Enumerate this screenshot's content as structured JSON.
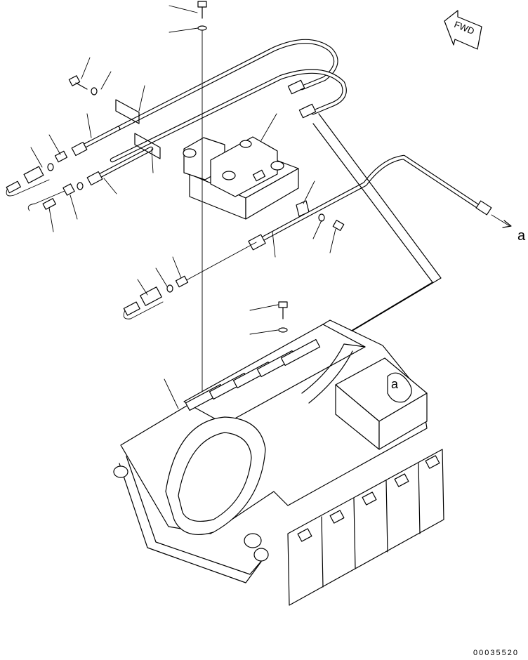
{
  "direction_marker": {
    "text": "FWD"
  },
  "connection_label": "a",
  "drawing_number": "00035520"
}
